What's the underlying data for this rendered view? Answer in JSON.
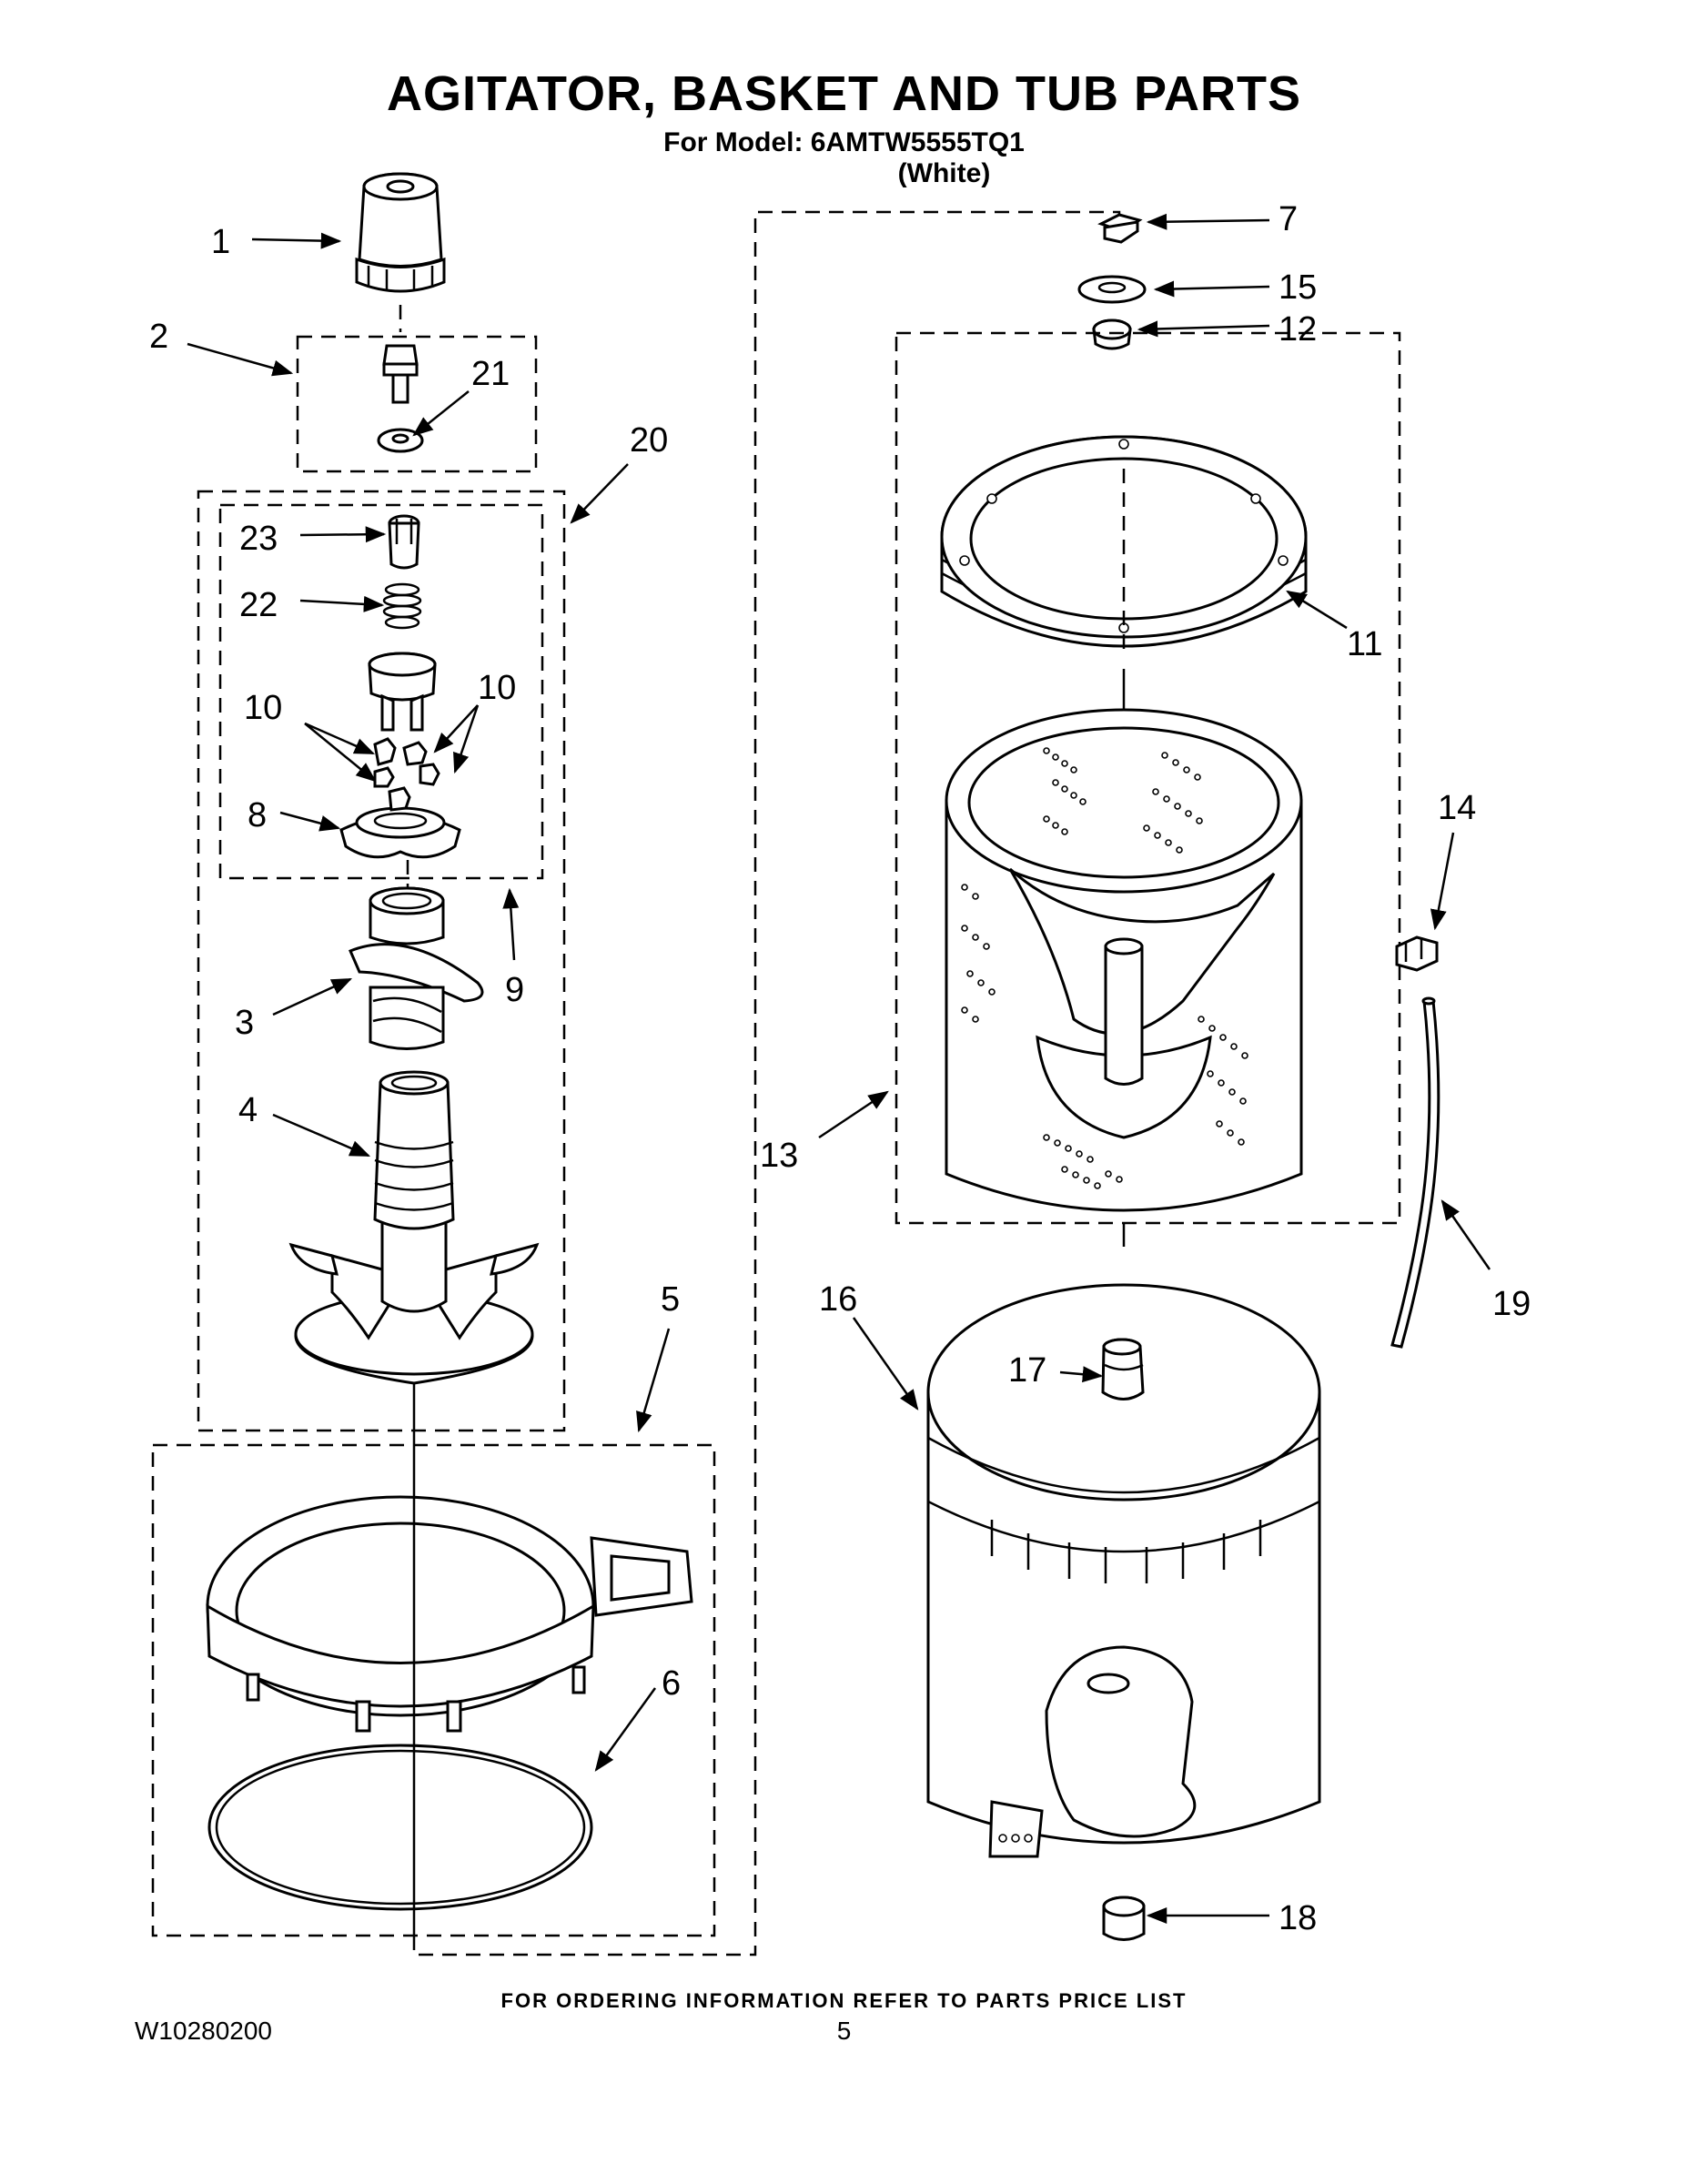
{
  "header": {
    "title": "AGITATOR, BASKET AND TUB PARTS",
    "model_line": "For Model: 6AMTW5555TQ1",
    "color_line": "(White)"
  },
  "callouts": {
    "p1": "1",
    "p2": "2",
    "p3": "3",
    "p4": "4",
    "p5": "5",
    "p6": "6",
    "p7": "7",
    "p8": "8",
    "p9": "9",
    "p10a": "10",
    "p10b": "10",
    "p11": "11",
    "p12": "12",
    "p13": "13",
    "p14": "14",
    "p15": "15",
    "p16": "16",
    "p17": "17",
    "p18": "18",
    "p19": "19",
    "p20": "20",
    "p21": "21",
    "p22": "22",
    "p23": "23"
  },
  "footer": {
    "ordering_note": "FOR ORDERING INFORMATION REFER TO PARTS PRICE LIST",
    "doc_number": "W10280200",
    "page_number": "5"
  }
}
